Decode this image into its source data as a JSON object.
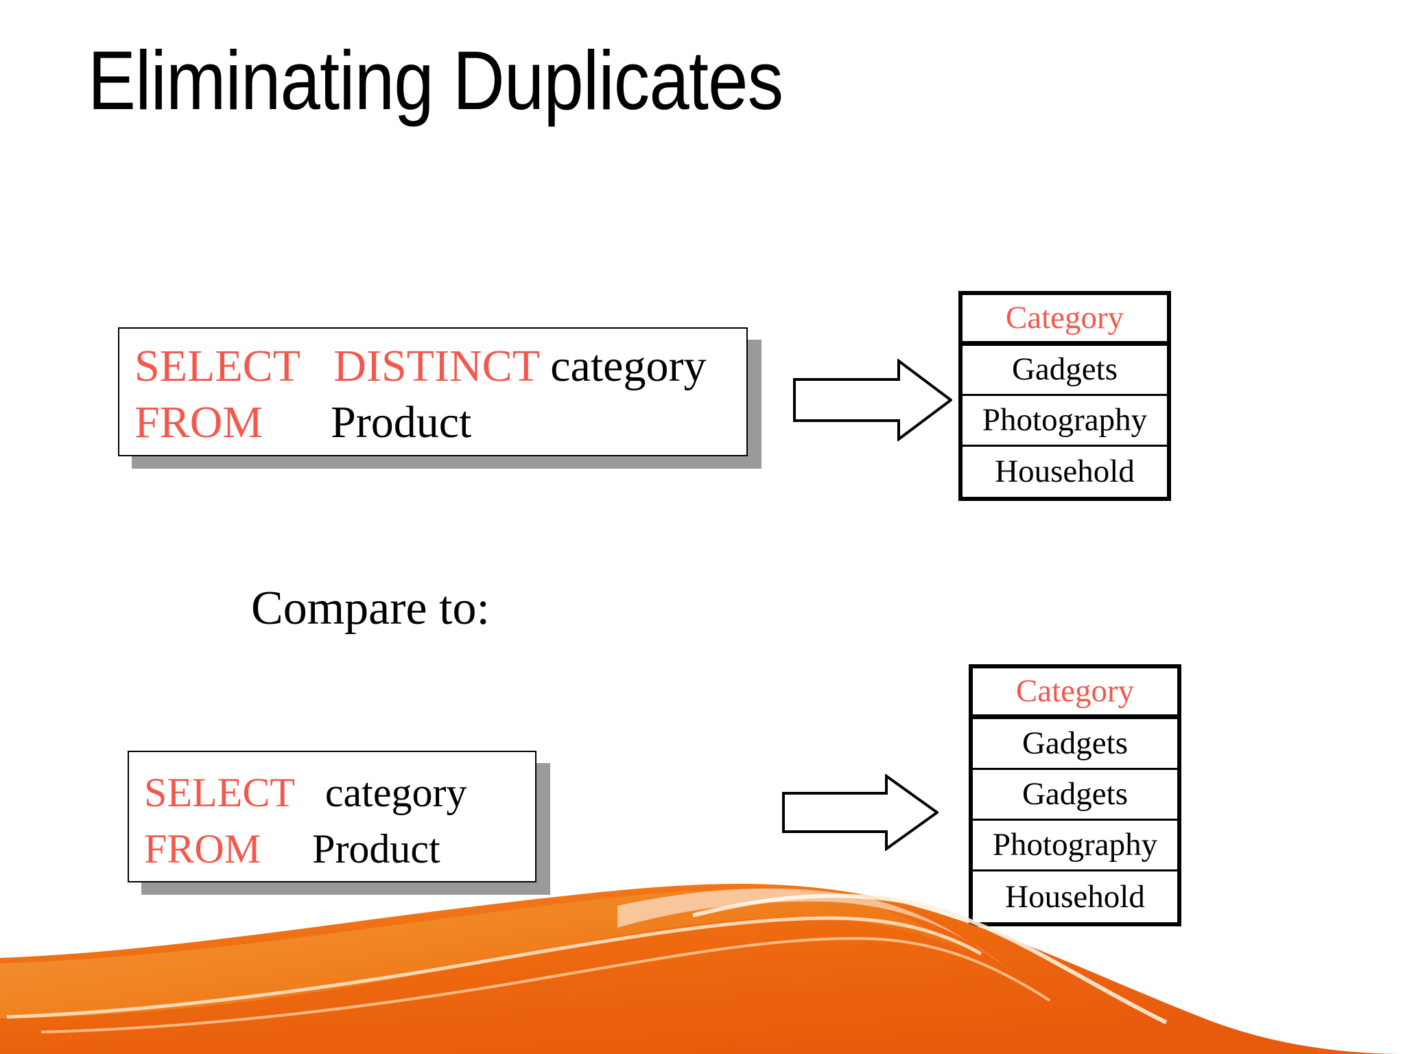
{
  "slide": {
    "title": "Eliminating Duplicates",
    "compare_label": "Compare to:",
    "accent_red": "#F4584C",
    "wave_orange": "#E85A0C",
    "wave_orange_light": "#F58220",
    "shadow_gray": "#9A9A9A"
  },
  "queries": [
    {
      "id": "distinct-query",
      "line1_keyword_1": "SELECT",
      "line1_keyword_2": "DISTINCT",
      "line1_column": "category",
      "line2_keyword": "FROM",
      "line2_table": "Product",
      "line1_text": "SELECT   DISTINCT category",
      "line2_text": "FROM      Product"
    },
    {
      "id": "plain-query",
      "line1_keyword_1": "SELECT",
      "line1_column": "category",
      "line2_keyword": "FROM",
      "line2_table": "Product",
      "line1_text": "SELECT   category",
      "line2_text": "FROM      Product"
    }
  ],
  "results": [
    {
      "id": "distinct-result",
      "header": "Category",
      "rows": [
        "Gadgets",
        "Photography",
        "Household"
      ]
    },
    {
      "id": "plain-result",
      "header": "Category",
      "rows": [
        "Gadgets",
        "Gadgets",
        "Photography",
        "Household"
      ]
    }
  ],
  "icons": {
    "arrow_1": "right-arrow-icon",
    "arrow_2": "right-arrow-icon"
  }
}
